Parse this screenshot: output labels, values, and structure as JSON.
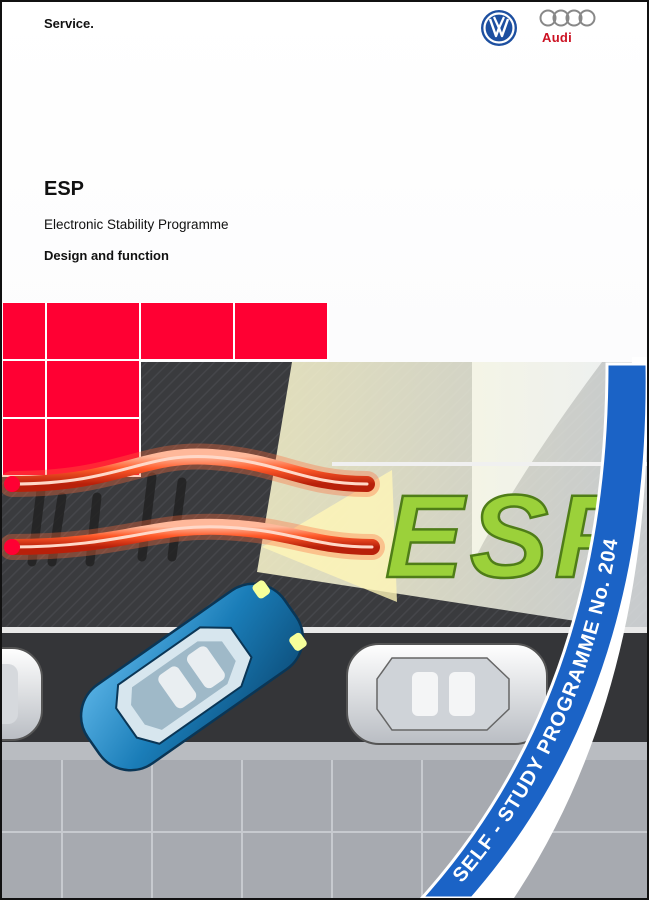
{
  "header": {
    "brand": "Service.",
    "logos": [
      "vw-logo",
      "audi-logo"
    ],
    "audi_text": "Audi"
  },
  "cover": {
    "title": "ESP",
    "subtitle": "Electronic Stability Programme",
    "subtitle2": "Design and function"
  },
  "illustration": {
    "display_text": "ESP",
    "banner": "SELF - STUDY PROGRAMME No. 204"
  },
  "colors": {
    "red": "#ff0033",
    "display_green": "#9bd13a",
    "car_blue": "#1a7db8",
    "banner_blue": "#1b63c6",
    "road": "#3c3d40"
  }
}
